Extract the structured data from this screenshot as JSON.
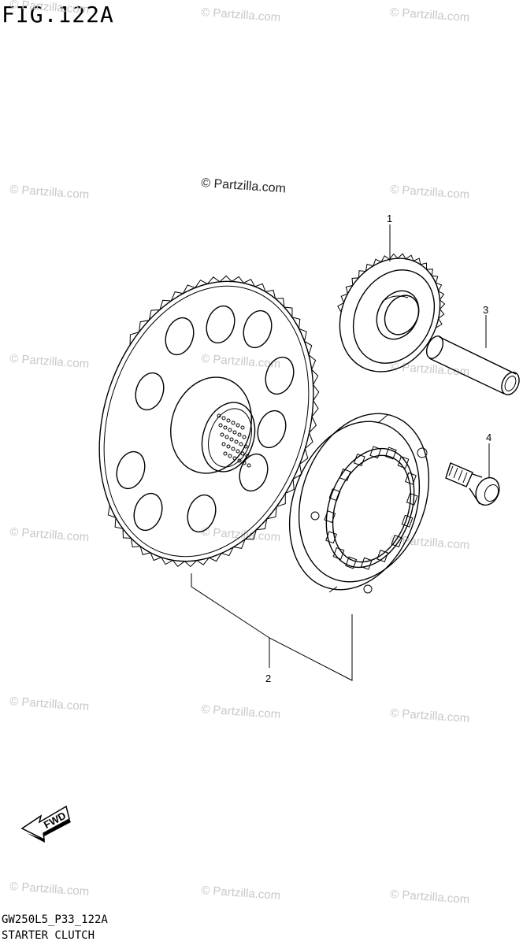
{
  "figure": {
    "title": "FIG.122A",
    "code": "GW250L5_P33_122A",
    "name": "STARTER CLUTCH"
  },
  "watermark": {
    "text": "© Partzilla.com",
    "main_text": "© Partzilla.com"
  },
  "callouts": [
    {
      "id": "1",
      "label": "1"
    },
    {
      "id": "2",
      "label": "2"
    },
    {
      "id": "3",
      "label": "3"
    },
    {
      "id": "4",
      "label": "4"
    }
  ],
  "direction_arrow": {
    "label": "FWD"
  },
  "colors": {
    "line": "#000000",
    "watermark": "#c8c8c8",
    "background": "#ffffff"
  }
}
